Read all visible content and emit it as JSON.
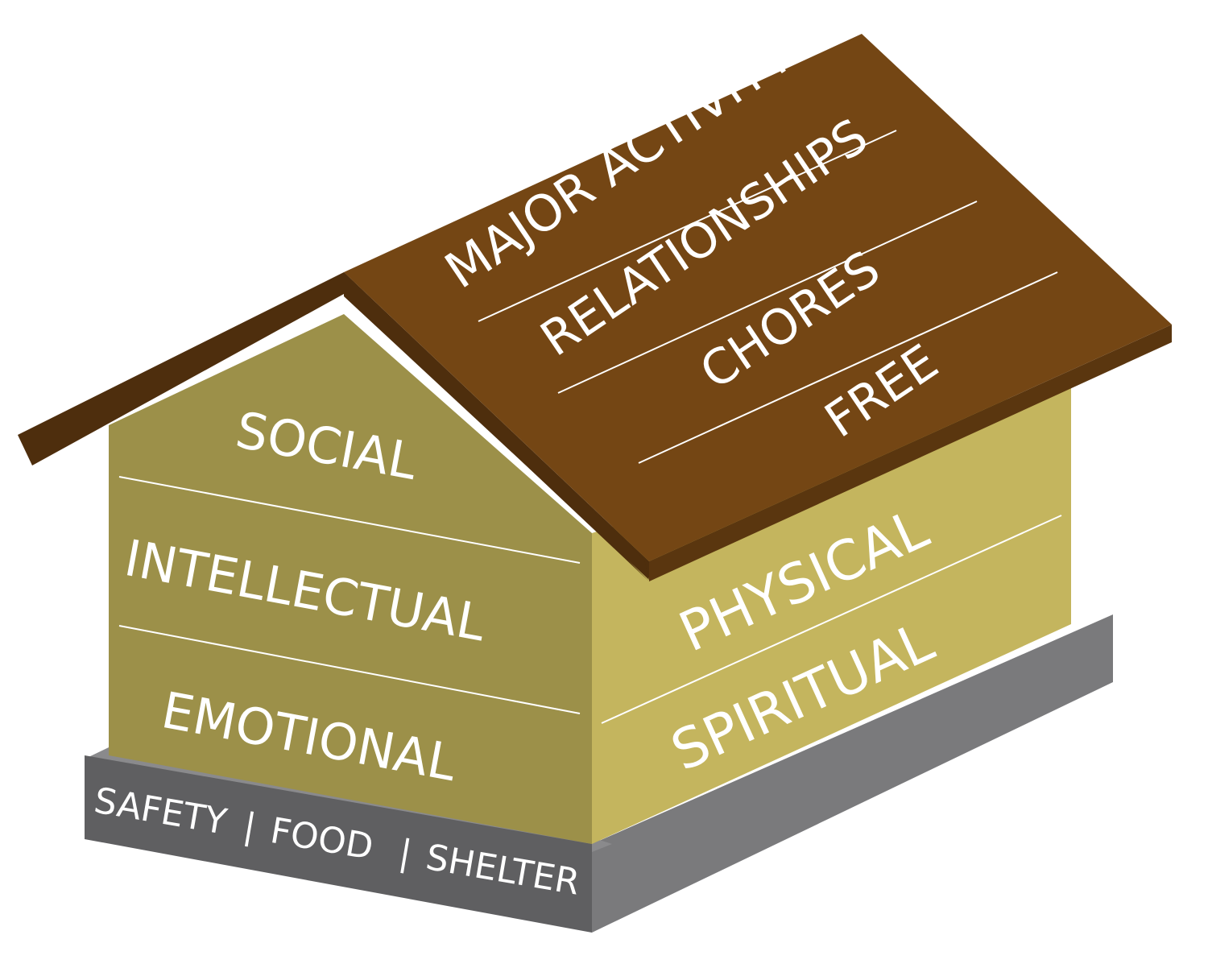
{
  "house": {
    "roof": {
      "items": [
        "MAJOR ACTIVITY",
        "RELATIONSHIPS",
        "CHORES",
        "FREE"
      ],
      "color": "#744614",
      "edge_color": "#4e2e0d"
    },
    "gable": {
      "items": [
        "SOCIAL",
        "INTELLECTUAL",
        "EMOTIONAL"
      ],
      "color": "#9c9049"
    },
    "side_wall": {
      "items": [
        "PHYSICAL",
        "SPIRITUAL"
      ],
      "color": "#c4b55e"
    },
    "foundation": {
      "items": [
        "SAFETY",
        "FOOD",
        "SHELTER"
      ],
      "separator": "|",
      "front_color": "#5f5f61",
      "side_color": "#7a7a7c"
    }
  }
}
